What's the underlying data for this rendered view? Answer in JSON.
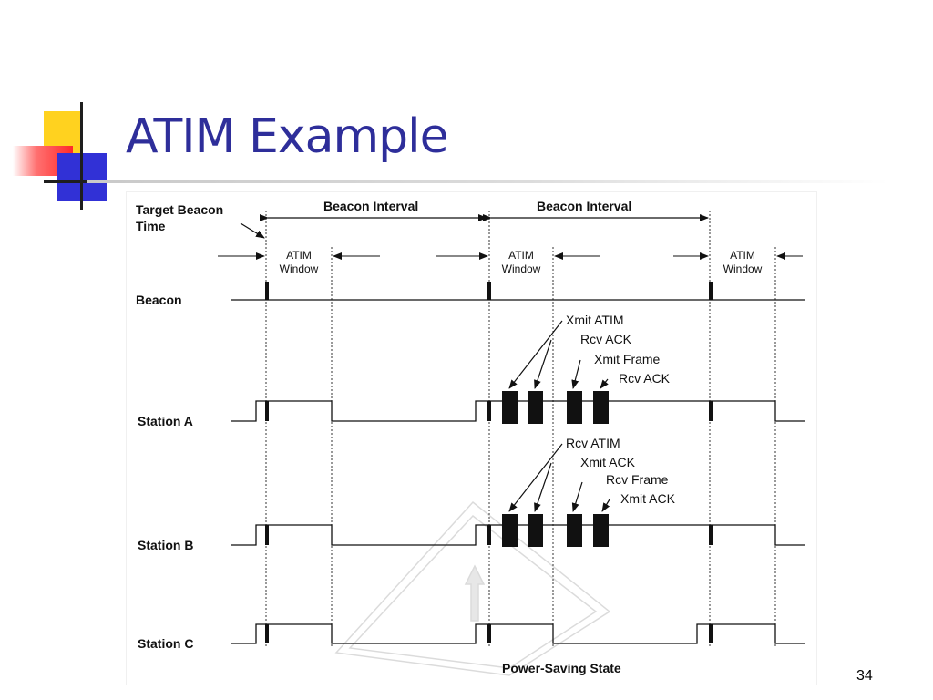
{
  "slide": {
    "title": "ATIM Example",
    "page_number": "34"
  },
  "diagram": {
    "target_beacon_time_line1": "Target Beacon",
    "target_beacon_time_line2": "Time",
    "beacon_interval_1": "Beacon Interval",
    "beacon_interval_2": "Beacon Interval",
    "atim_window_1_line1": "ATIM",
    "atim_window_1_line2": "Window",
    "atim_window_2_line1": "ATIM",
    "atim_window_2_line2": "Window",
    "atim_window_3_line1": "ATIM",
    "atim_window_3_line2": "Window",
    "rows": {
      "beacon": "Beacon",
      "station_a": "Station A",
      "station_b": "Station B",
      "station_c": "Station C"
    },
    "station_a_labels": {
      "xmit_atim": "Xmit ATIM",
      "rcv_ack": "Rcv ACK",
      "xmit_frame": "Xmit Frame",
      "rcv_ack_2": "Rcv ACK"
    },
    "station_b_labels": {
      "rcv_atim": "Rcv ATIM",
      "xmit_ack": "Xmit ACK",
      "rcv_frame": "Rcv Frame",
      "xmit_ack_2": "Xmit ACK"
    },
    "power_saving_state": "Power-Saving State"
  },
  "colors": {
    "title": "#2e2e9a",
    "decor_yellow": "#ffd21f",
    "decor_red": "#ff2a2a",
    "decor_blue": "#3131d6"
  }
}
